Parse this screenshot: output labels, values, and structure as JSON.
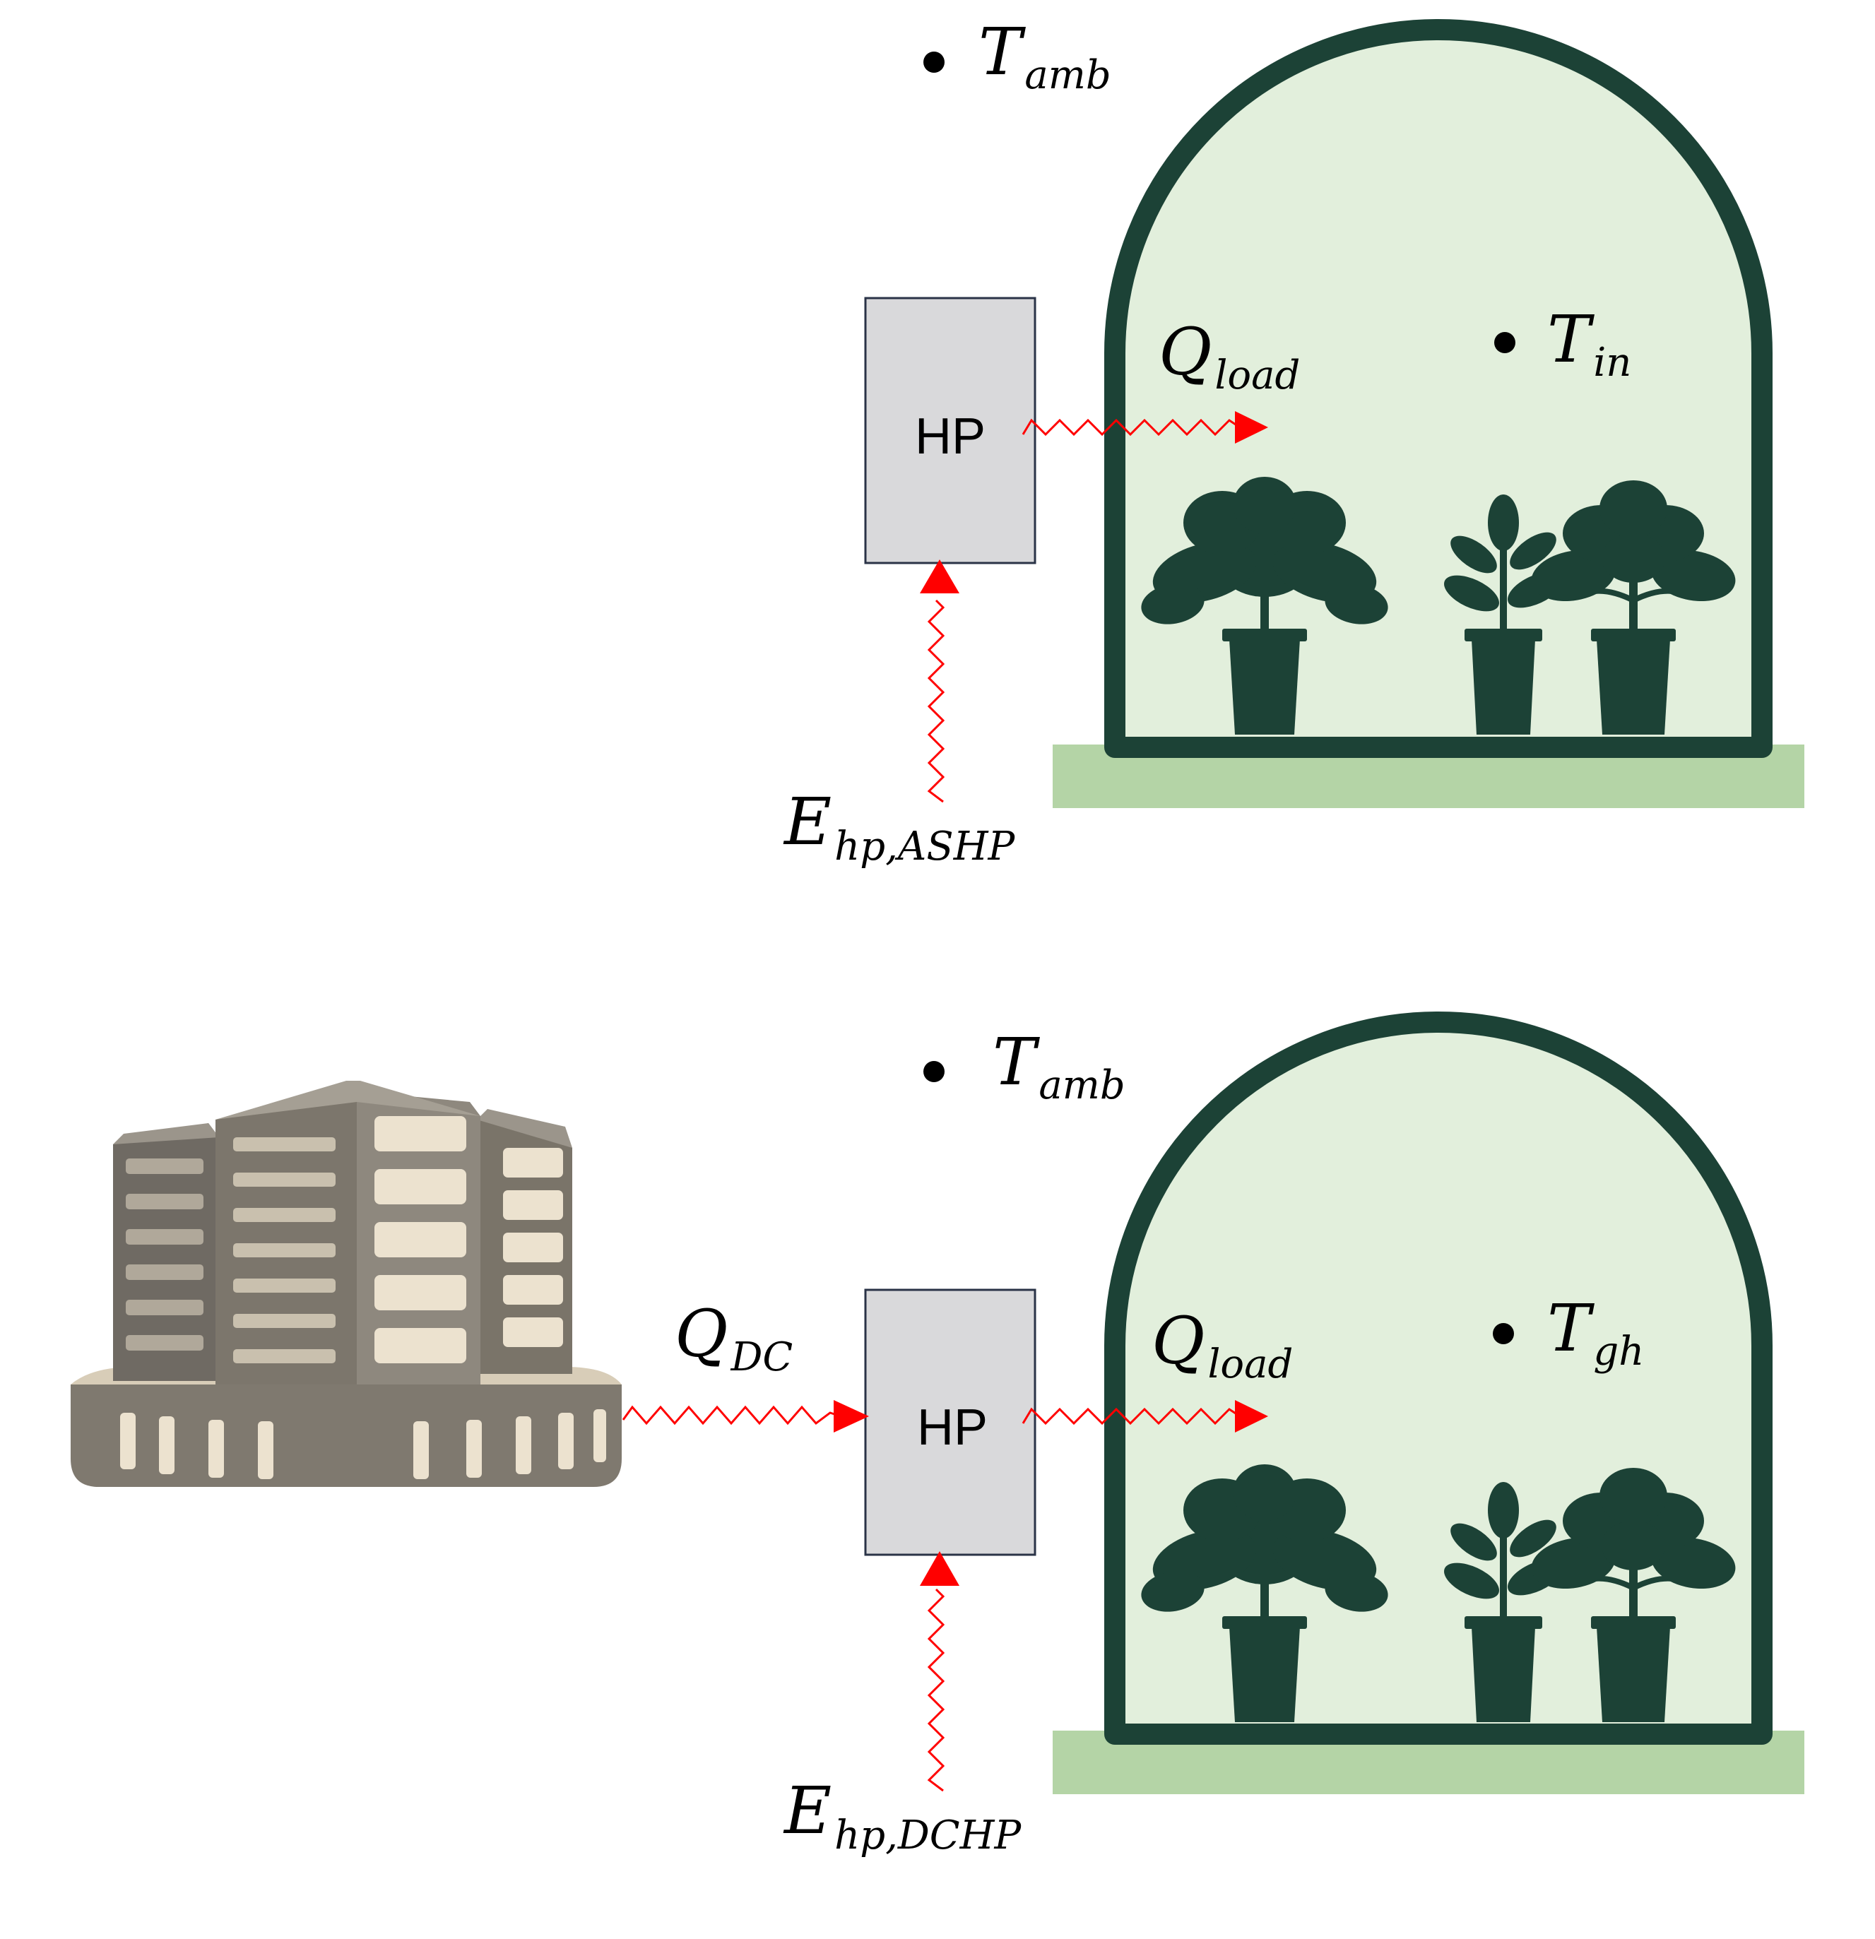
{
  "colors": {
    "greenhouse_outline": "#1c4236",
    "greenhouse_fill": "#e2efdc",
    "ground": "#b4d4a6",
    "plant": "#1c4236",
    "hp_box_fill": "#d9d9db",
    "hp_box_stroke": "#2a3347",
    "arrow": "#ff0000",
    "building_body": "#8b857c",
    "building_window": "#ece2cf"
  },
  "top_panel": {
    "ambient_temp": {
      "symbol": "T",
      "subscript": "amb"
    },
    "inside_temp": {
      "symbol": "T",
      "subscript": "in"
    },
    "load_heat": {
      "symbol": "Q",
      "subscript": "load"
    },
    "heat_pump_label": "HP",
    "electric_input": {
      "symbol": "E",
      "subscript": "hp,ASHP"
    }
  },
  "bottom_panel": {
    "ambient_temp": {
      "symbol": "T",
      "subscript": "amb"
    },
    "greenhouse_temp": {
      "symbol": "T",
      "subscript": "gh"
    },
    "load_heat": {
      "symbol": "Q",
      "subscript": "load"
    },
    "datacenter_heat": {
      "symbol": "Q",
      "subscript": "DC"
    },
    "heat_pump_label": "HP",
    "electric_input": {
      "symbol": "E",
      "subscript": "hp,DCHP"
    },
    "source_icon": "data-center-building-icon"
  }
}
